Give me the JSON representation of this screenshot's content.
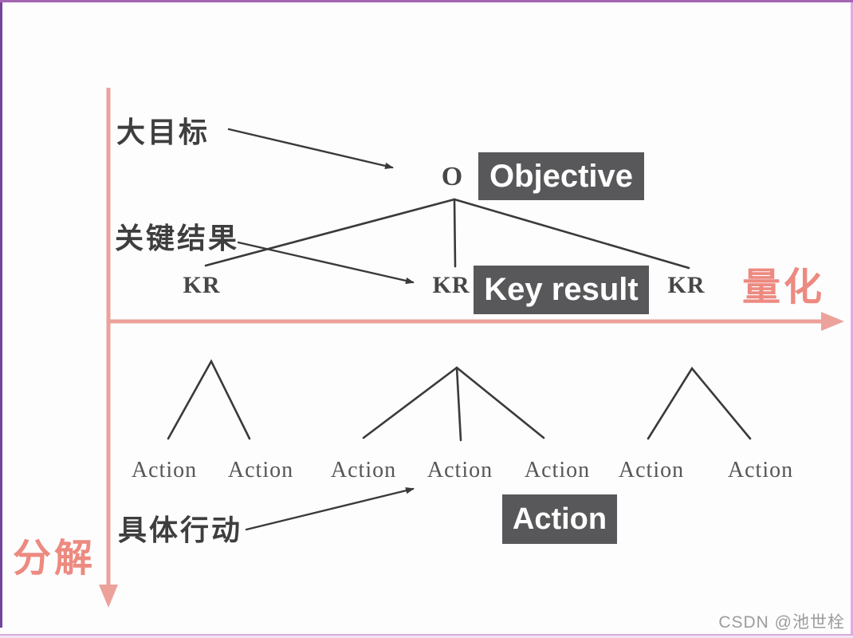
{
  "page": {
    "watermark": "CSDN @池世栓"
  },
  "colors": {
    "accent_pink": "#ED8A80",
    "axis_pink": "#ECA29B",
    "badge_bg": "#58585A",
    "badge_text": "#FFFFFF",
    "line_dark": "#3A3A3A",
    "label_dark": "#3E3E3E",
    "frame_top": "#A365B2",
    "frame_left": "#74439A",
    "frame_right": "#E6A8E2"
  },
  "diagram": {
    "axes": {
      "horizontal_label": "量化",
      "vertical_label": "分解"
    },
    "annotations": {
      "objective_label": "大目标",
      "key_result_label": "关键结果",
      "action_label": "具体行动"
    },
    "badges": {
      "objective": "Objective",
      "key_result": "Key result",
      "action": "Action"
    },
    "nodes": {
      "objective": "O",
      "kr_left": "KR",
      "kr_middle": "KR",
      "kr_right": "KR"
    },
    "action_labels": [
      "Action",
      "Action",
      "Action",
      "Action",
      "Action",
      "Action",
      "Action"
    ]
  }
}
